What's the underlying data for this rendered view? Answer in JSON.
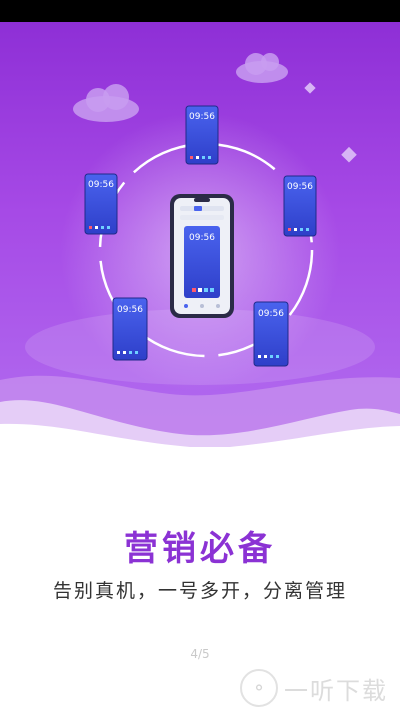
{
  "onboarding": {
    "headline": "营销必备",
    "subtitle": "告别真机，一号多开，分离管理",
    "page_indicator": "4/5"
  },
  "illustration": {
    "clock_time": "09:56",
    "colors": {
      "gradient_top": "#8e2fd6",
      "gradient_bottom": "#b26df0",
      "phone_blue": "#3b4fe0",
      "headline": "#8b32d4"
    }
  },
  "watermark": {
    "text": "一听下载",
    "icon": "ear-logo-icon"
  }
}
